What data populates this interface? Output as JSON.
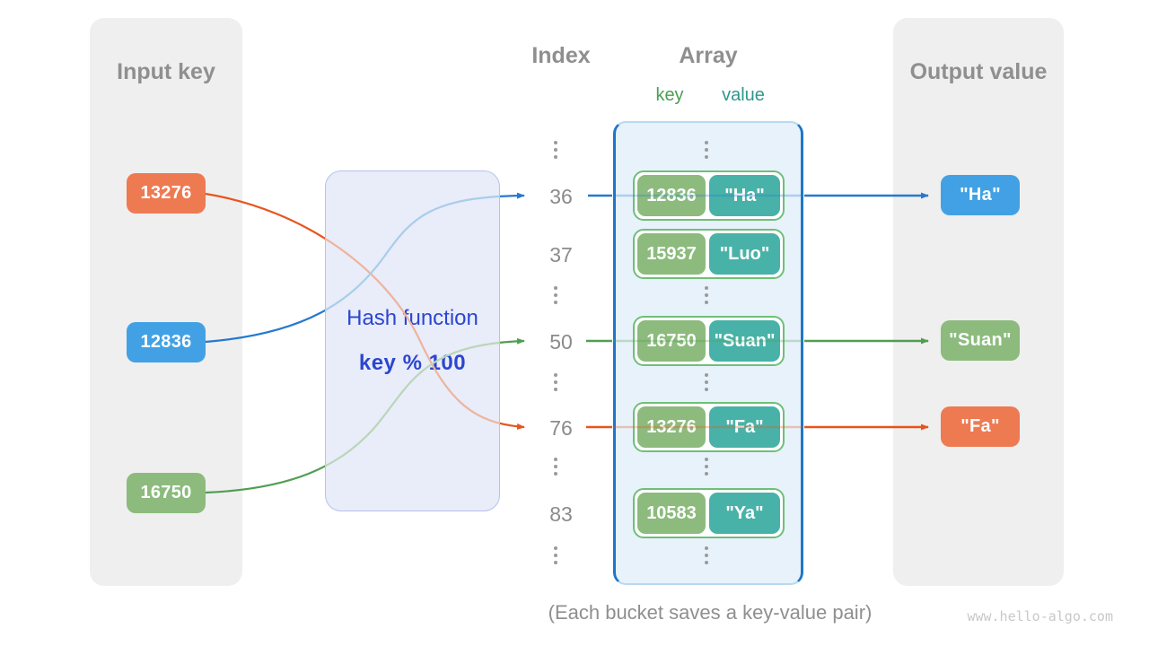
{
  "diagram": {
    "caption": "(Each bucket saves a key-value pair)",
    "watermark": "www.hello-algo.com"
  },
  "input_panel": {
    "title": "Input key",
    "keys": [
      {
        "label": "13276",
        "color": "#ee7a52"
      },
      {
        "label": "12836",
        "color": "#42a1e4"
      },
      {
        "label": "16750",
        "color": "#8cbb7d"
      }
    ]
  },
  "hash_panel": {
    "title": "Hash function",
    "formula": "key % 100"
  },
  "index_column": {
    "title": "Index",
    "values": [
      "36",
      "37",
      "50",
      "76",
      "83"
    ]
  },
  "array_panel": {
    "title": "Array",
    "col_key": "key",
    "col_value": "value",
    "key_color": "#8cbb7d",
    "value_color": "#49b2a8",
    "buckets": [
      {
        "key": "12836",
        "value": "\"Ha\""
      },
      {
        "key": "15937",
        "value": "\"Luo\""
      },
      {
        "key": "16750",
        "value": "\"Suan\""
      },
      {
        "key": "13276",
        "value": "\"Fa\""
      },
      {
        "key": "10583",
        "value": "\"Ya\""
      }
    ]
  },
  "output_panel": {
    "title": "Output value",
    "values": [
      {
        "label": "\"Ha\"",
        "color": "#42a1e4"
      },
      {
        "label": "\"Suan\"",
        "color": "#8cbb7d"
      },
      {
        "label": "\"Fa\"",
        "color": "#ee7a52"
      }
    ]
  },
  "wire_colors": {
    "orange": "#e8541c",
    "blue": "#2579cf",
    "green": "#4f9e51"
  }
}
